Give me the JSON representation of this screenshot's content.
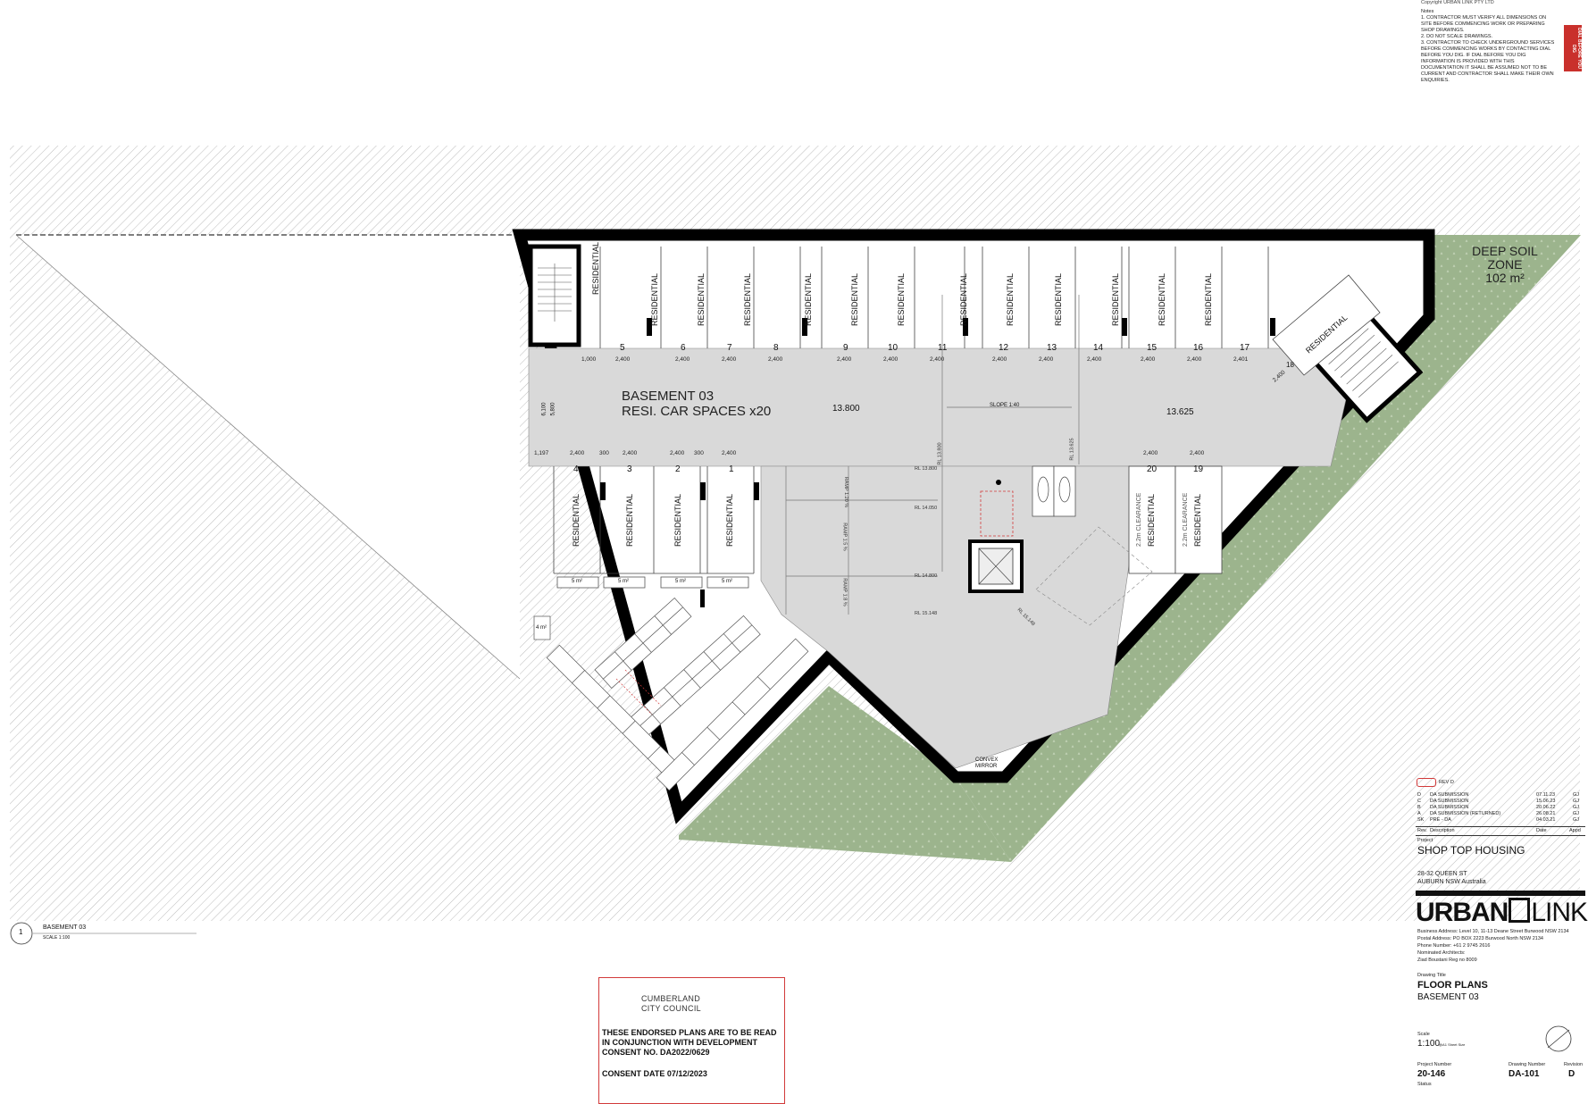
{
  "copyright": "Copyright URBAN LINK PTY LTD",
  "notes": {
    "heading": "Notes",
    "items": [
      "1. CONTRACTOR MUST VERIFY ALL DIMENSIONS ON SITE BEFORE COMMENCING WORK OR PREPARING SHOP DRAWINGS.",
      "2. DO NOT SCALE DRAWINGS.",
      "3. CONTRACTOR TO CHECK UNDERGROUND SERVICES BEFORE COMMENCING WORKS BY CONTACTING DIAL BEFORE YOU DIG. IF DIAL BEFORE YOU DIG INFORMATION IS PROVIDED WITH THIS DOCUMENTATION IT SHALL BE ASSUMED NOT TO BE CURRENT AND CONTRACTOR SHALL MAKE THEIR OWN ENQUIRIES."
    ],
    "dig_logo": "DIAL BEFORE YOU DIG"
  },
  "plan": {
    "title_line1": "BASEMENT 03",
    "title_line2": "RESI. CAR SPACES  x20",
    "deep_soil_line1": "DEEP SOIL",
    "deep_soil_line2": "ZONE",
    "deep_soil_area": "102 m²",
    "space_label": "RESIDENTIAL",
    "clearance_label": "2.2m CLEARANCE",
    "level_1": "13.800",
    "level_2": "13.625",
    "slope": "SLOPE 1:40",
    "mirror": "CONVEX MIRROR",
    "top_spaces": [
      "5",
      "6",
      "7",
      "8",
      "9",
      "10",
      "11",
      "12",
      "13",
      "14",
      "15",
      "16",
      "17"
    ],
    "angled_space": "18",
    "bottom_spaces": [
      "4",
      "3",
      "2",
      "1"
    ],
    "right_spaces": [
      "20",
      "19"
    ],
    "dim_top": [
      "1,000",
      "2,400",
      "2,400",
      "2,400",
      "2,400",
      "2,400",
      "2,400",
      "2,400",
      "2,400",
      "2,400",
      "2,400",
      "2,400",
      "2,400",
      "2,401",
      "2,400"
    ],
    "dim_bottom": [
      "1,197",
      "2,400",
      "300",
      "2,400",
      "2,400",
      "300",
      "2,400"
    ],
    "dim_right": [
      "2,400",
      "2,400"
    ],
    "dim_side": [
      "6,100",
      "5,800"
    ],
    "storage_label": "5 m²",
    "cage_label": "4 m²",
    "ramps": [
      "RAMP 1:20 %",
      "RAMP 1:5 %",
      "RAMP 1:8 %"
    ],
    "rls": [
      "RL 13.800",
      "RL 14.050",
      "RL 14.800",
      "RL 15.148",
      "RL 13.800",
      "RL 15.148",
      "RL 13.625"
    ]
  },
  "view_tag": {
    "number": "1",
    "title": "BASEMENT 03",
    "scale": "SCALE 1:100"
  },
  "stamp": {
    "council_line1": "CUMBERLAND",
    "council_line2": "CITY COUNCIL",
    "body": "THESE ENDORSED PLANS ARE TO BE READ IN CONJUNCTION WITH DEVELOPMENT CONSENT NO. DA2022/0629",
    "date": "CONSENT DATE 07/12/2023",
    "accent": "#d23a3a"
  },
  "title_block": {
    "rev_cloud": "REV D",
    "revisions": [
      {
        "rev": "D",
        "desc": "DA SUBMISSION",
        "date": "07.11.23",
        "appd": "GJ"
      },
      {
        "rev": "C",
        "desc": "DA SUBMISSION",
        "date": "15.06.23",
        "appd": "GJ"
      },
      {
        "rev": "B",
        "desc": "DA SUBMISSION",
        "date": "20.06.22",
        "appd": "GJ"
      },
      {
        "rev": "A",
        "desc": "DA SUBMISSION (RETURNED)",
        "date": "26.08.21",
        "appd": "GJ"
      },
      {
        "rev": "SK",
        "desc": "PRE - DA",
        "date": "04.03.21",
        "appd": "GJ"
      }
    ],
    "rev_header": {
      "rev": "Rev.",
      "desc": "Description",
      "date": "Date",
      "appd": "Appd"
    },
    "project_label": "Project",
    "project": "SHOP TOP HOUSING",
    "address_line1": "28-32 QUEEN ST",
    "address_line2": "AUBURN NSW   Australia",
    "logo_left": "URBAN",
    "logo_right": "LINK",
    "business_address": "Business Address: Level 10, 11-13 Deane Street Burwood NSW 2134",
    "postal_address": "Postal Address: PO BOX 2223 Burwood North NSW 2134",
    "phone": "Phone Number: +61 2 9745 2616",
    "nominated": "Nominated Architects:",
    "architect": "Ziad Boustani Reg no 8009",
    "drawing_title_label": "Drawing Title",
    "drawing_title": "FLOOR PLANS",
    "drawing_subtitle": "BASEMENT 03",
    "scale_label": "Scale",
    "scale": "1:100",
    "scale_sheet": "@A1 Sheet Size",
    "project_number_label": "Project Number",
    "project_number": "20-146",
    "drawing_number_label": "Drawing Number",
    "drawing_number": "DA-101",
    "revision_label": "Revision",
    "revision": "D",
    "status_label": "Status",
    "brand_blue": "#2a8fd0"
  }
}
